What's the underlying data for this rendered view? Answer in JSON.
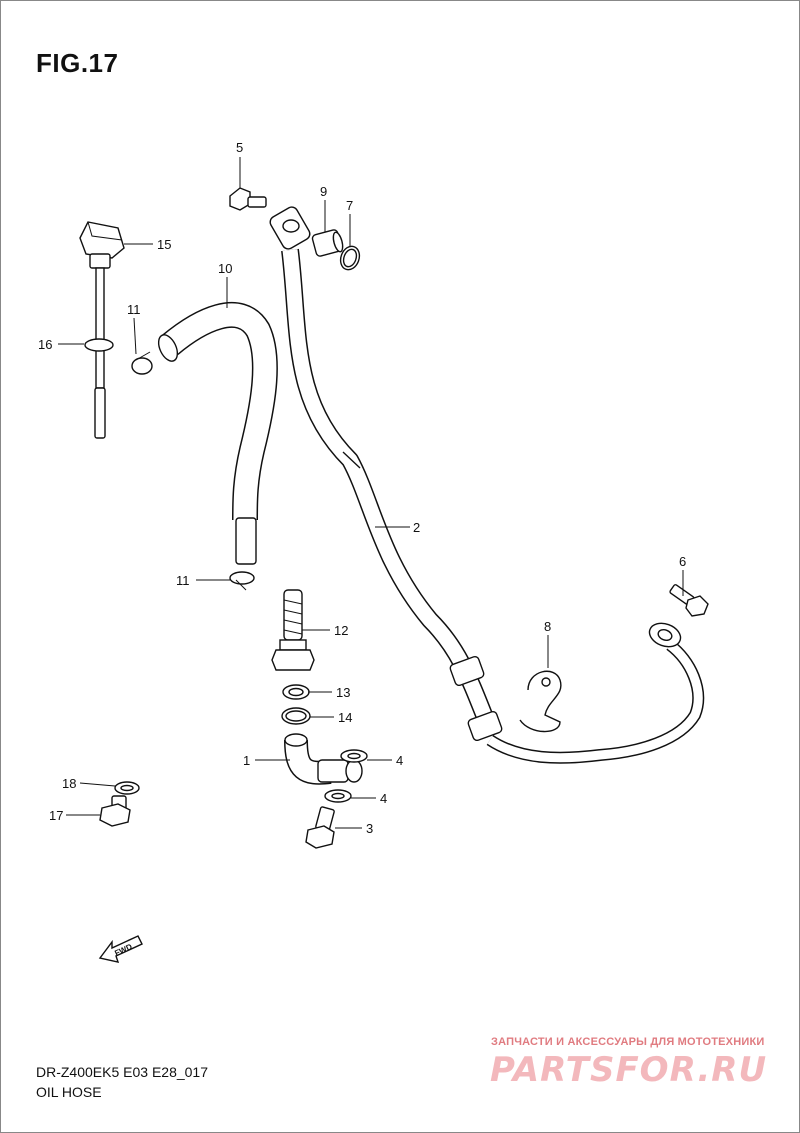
{
  "figure": {
    "title": "FIG.17"
  },
  "footer": {
    "model_code": "DR-Z400EK5 E03 E28_017",
    "section_name": "OIL HOSE"
  },
  "watermark": {
    "tagline": "ЗАПЧАСТИ И АКСЕССУАРЫ ДЛЯ МОТОТЕХНИКИ",
    "logo_text": "PARTSFOR.RU"
  },
  "direction_marker": {
    "label": "FWD",
    "icon": "fwd-arrow-icon"
  },
  "callouts": [
    {
      "id": "c1",
      "number": "1"
    },
    {
      "id": "c2",
      "number": "2"
    },
    {
      "id": "c3",
      "number": "3"
    },
    {
      "id": "c4a",
      "number": "4"
    },
    {
      "id": "c4b",
      "number": "4"
    },
    {
      "id": "c5",
      "number": "5"
    },
    {
      "id": "c6",
      "number": "6"
    },
    {
      "id": "c7",
      "number": "7"
    },
    {
      "id": "c8",
      "number": "8"
    },
    {
      "id": "c9",
      "number": "9"
    },
    {
      "id": "c10",
      "number": "10"
    },
    {
      "id": "c11a",
      "number": "11"
    },
    {
      "id": "c11b",
      "number": "11"
    },
    {
      "id": "c12",
      "number": "12"
    },
    {
      "id": "c13",
      "number": "13"
    },
    {
      "id": "c14",
      "number": "14"
    },
    {
      "id": "c15",
      "number": "15"
    },
    {
      "id": "c16",
      "number": "16"
    },
    {
      "id": "c17",
      "number": "17"
    },
    {
      "id": "c18",
      "number": "18"
    }
  ]
}
